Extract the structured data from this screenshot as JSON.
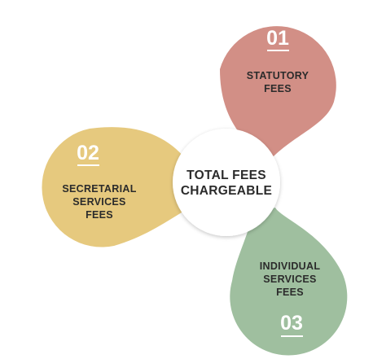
{
  "center": {
    "lines": [
      "TOTAL FEES",
      "CHARGEABLE"
    ]
  },
  "petals": [
    {
      "number": "01",
      "lines": [
        "STATUTORY",
        "FEES"
      ],
      "color": "#d28f86"
    },
    {
      "number": "02",
      "lines": [
        "SECRETARIAL",
        "SERVICES",
        "FEES"
      ],
      "color": "#e6c97e"
    },
    {
      "number": "03",
      "lines": [
        "INDIVIDUAL",
        "SERVICES",
        "FEES"
      ],
      "color": "#9fbf9f"
    }
  ],
  "colors": {
    "center_fill": "#ffffff",
    "text": "#2b2b2b",
    "number_text": "#ffffff"
  }
}
